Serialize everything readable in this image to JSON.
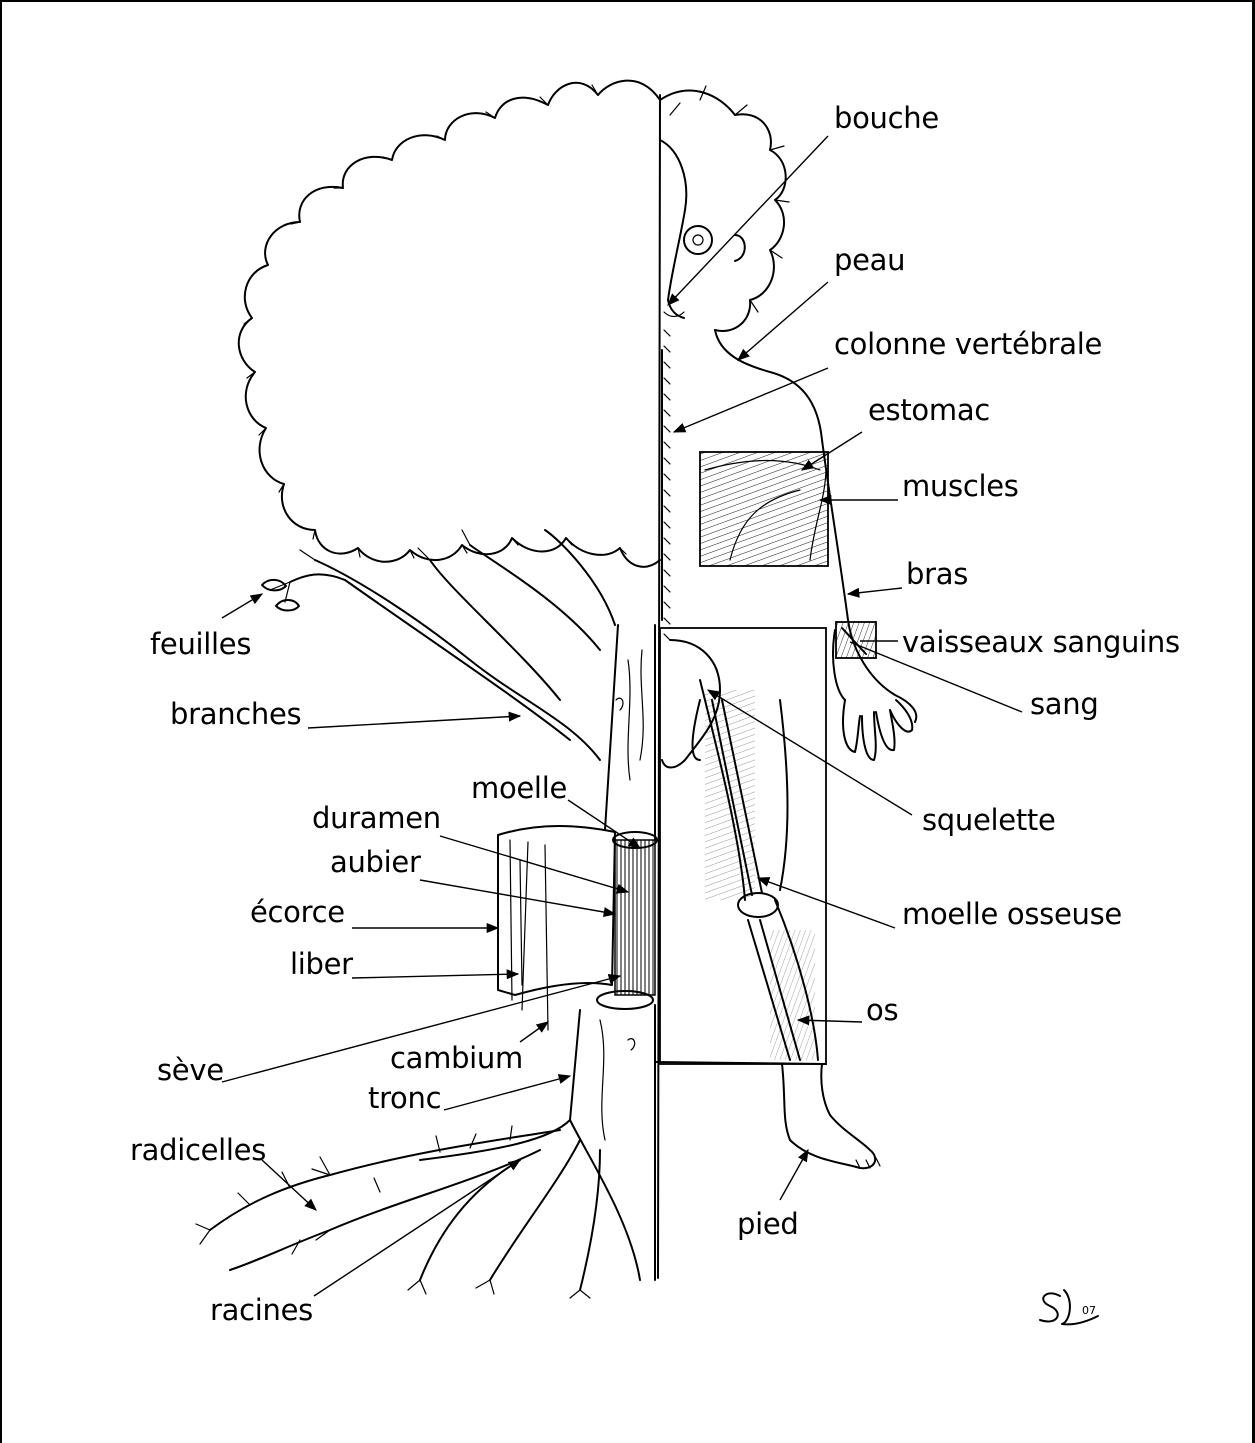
{
  "labels": {
    "bouche": "bouche",
    "peau": "peau",
    "colonne": "colonne vertébrale",
    "estomac": "estomac",
    "muscles": "muscles",
    "bras": "bras",
    "vaisseaux": "vaisseaux sanguins",
    "sang": "sang",
    "squelette": "squelette",
    "moelle_osseuse": "moelle osseuse",
    "os": "os",
    "pied": "pied",
    "feuilles": "feuilles",
    "branches": "branches",
    "moelle": "moelle",
    "duramen": "duramen",
    "aubier": "aubier",
    "ecorce": "écorce",
    "liber": "liber",
    "seve": "sève",
    "cambium": "cambium",
    "tronc": "tronc",
    "radicelles": "radicelles",
    "racines": "racines"
  },
  "signature": "SL 07"
}
